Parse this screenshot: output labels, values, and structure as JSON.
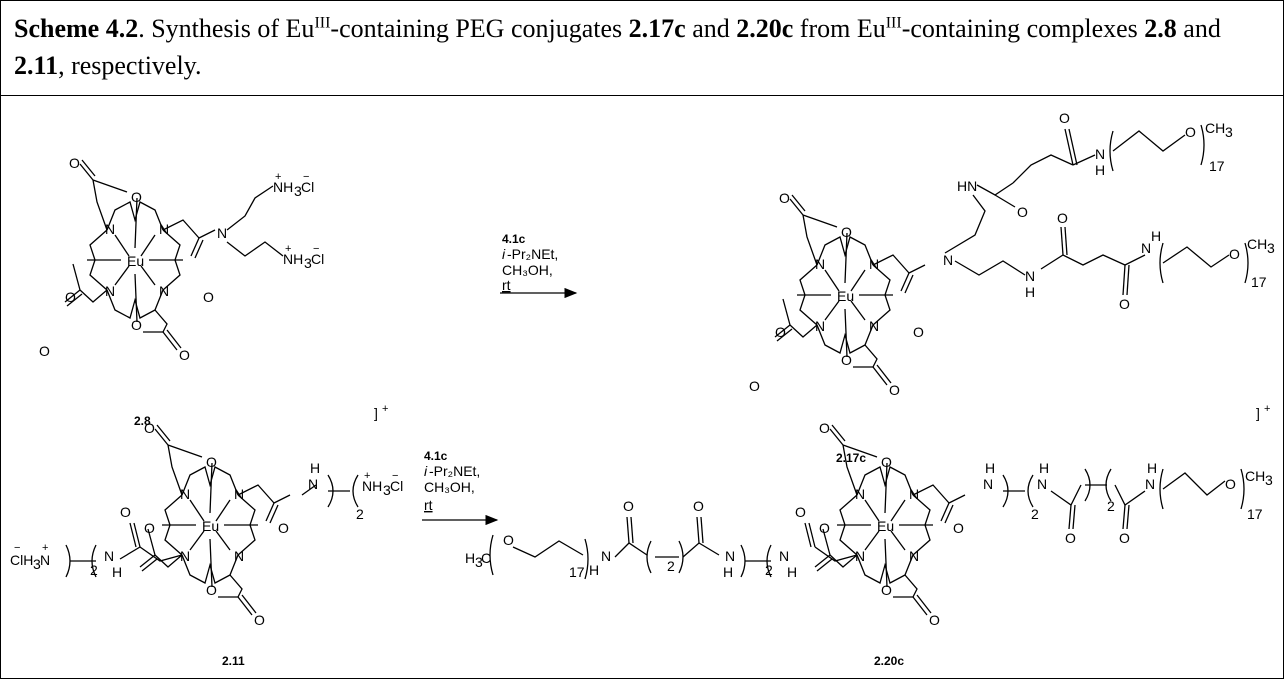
{
  "caption": {
    "label": "Scheme 4.2",
    "t1": ". Synthesis of Eu",
    "eu_ox": "III",
    "t2": "-containing PEG conjugates ",
    "c1": "2.17c",
    "t3": " and ",
    "c2": "2.20c",
    "t4": " from Eu",
    "t5": "-containing complexes ",
    "c3": "2.8",
    "t6": " and ",
    "c4": "2.11",
    "t7": ", respectively."
  },
  "compounds": {
    "c28": "2.8",
    "c217c": "2.17c",
    "c211": "2.11",
    "c220c": "2.20c"
  },
  "conditions": {
    "reagent": "4.1c",
    "base_rest": "-Pr₂NEt,",
    "solvent": "CH₃OH,",
    "temp": "rt"
  }
}
